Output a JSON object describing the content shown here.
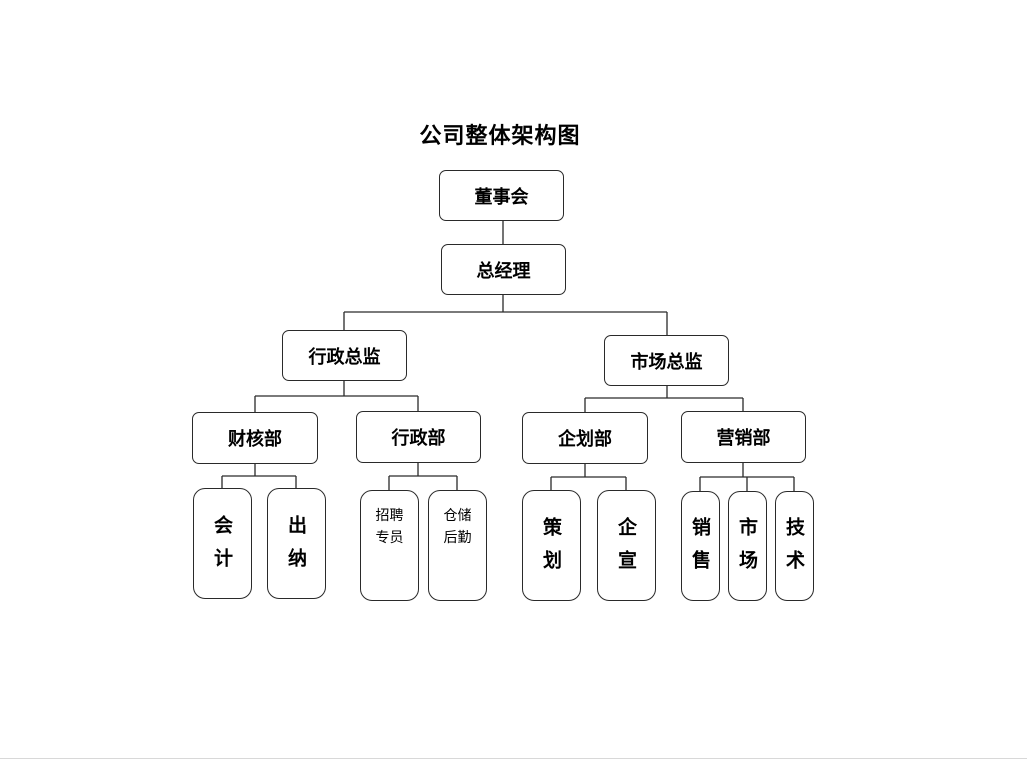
{
  "chart": {
    "title": "公司整体架构图",
    "board": "董事会",
    "gm": "总经理",
    "directors": [
      "行政总监",
      "市场总监"
    ],
    "departments": [
      "财核部",
      "行政部",
      "企划部",
      "营销部"
    ],
    "units": {
      "accounting": "会计",
      "cashier": "出纳",
      "recruiter": "招聘\n专员",
      "logistics": "仓储\n后勤",
      "planning": "策划",
      "publicity": "企宣",
      "sales": "销售",
      "market": "市场",
      "tech": "技术"
    }
  }
}
